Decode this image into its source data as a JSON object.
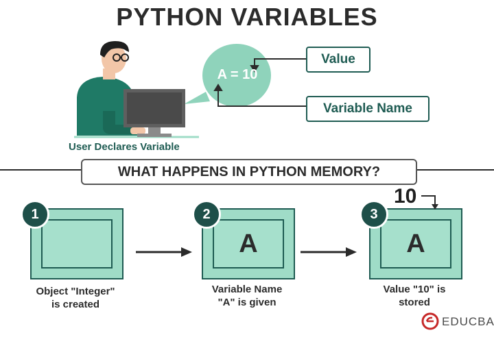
{
  "title": "PYTHON VARIABLES",
  "top": {
    "bubble_text": "A = 10",
    "callout_value": "Value",
    "callout_variable_name": "Variable Name",
    "user_caption": "User Declares Variable"
  },
  "memory": {
    "heading": "WHAT HAPPENS IN PYTHON MEMORY?",
    "stages": [
      {
        "step": "1",
        "content": "",
        "caption_line1": "Object \"Integer\"",
        "caption_line2": "is created"
      },
      {
        "step": "2",
        "content": "A",
        "caption_line1": "Variable Name",
        "caption_line2": "\"A\" is given"
      },
      {
        "step": "3",
        "content": "A",
        "caption_line1": "Value \"10\" is",
        "caption_line2": "stored"
      }
    ],
    "stored_value": "10"
  },
  "brand": {
    "name": "EDUCBA",
    "color": "#c62828"
  },
  "colors": {
    "accent_dark": "#1e5b52",
    "bubble": "#8fd3bb",
    "box_fill": "#9fdcc7",
    "shirt": "#1f7a66"
  }
}
